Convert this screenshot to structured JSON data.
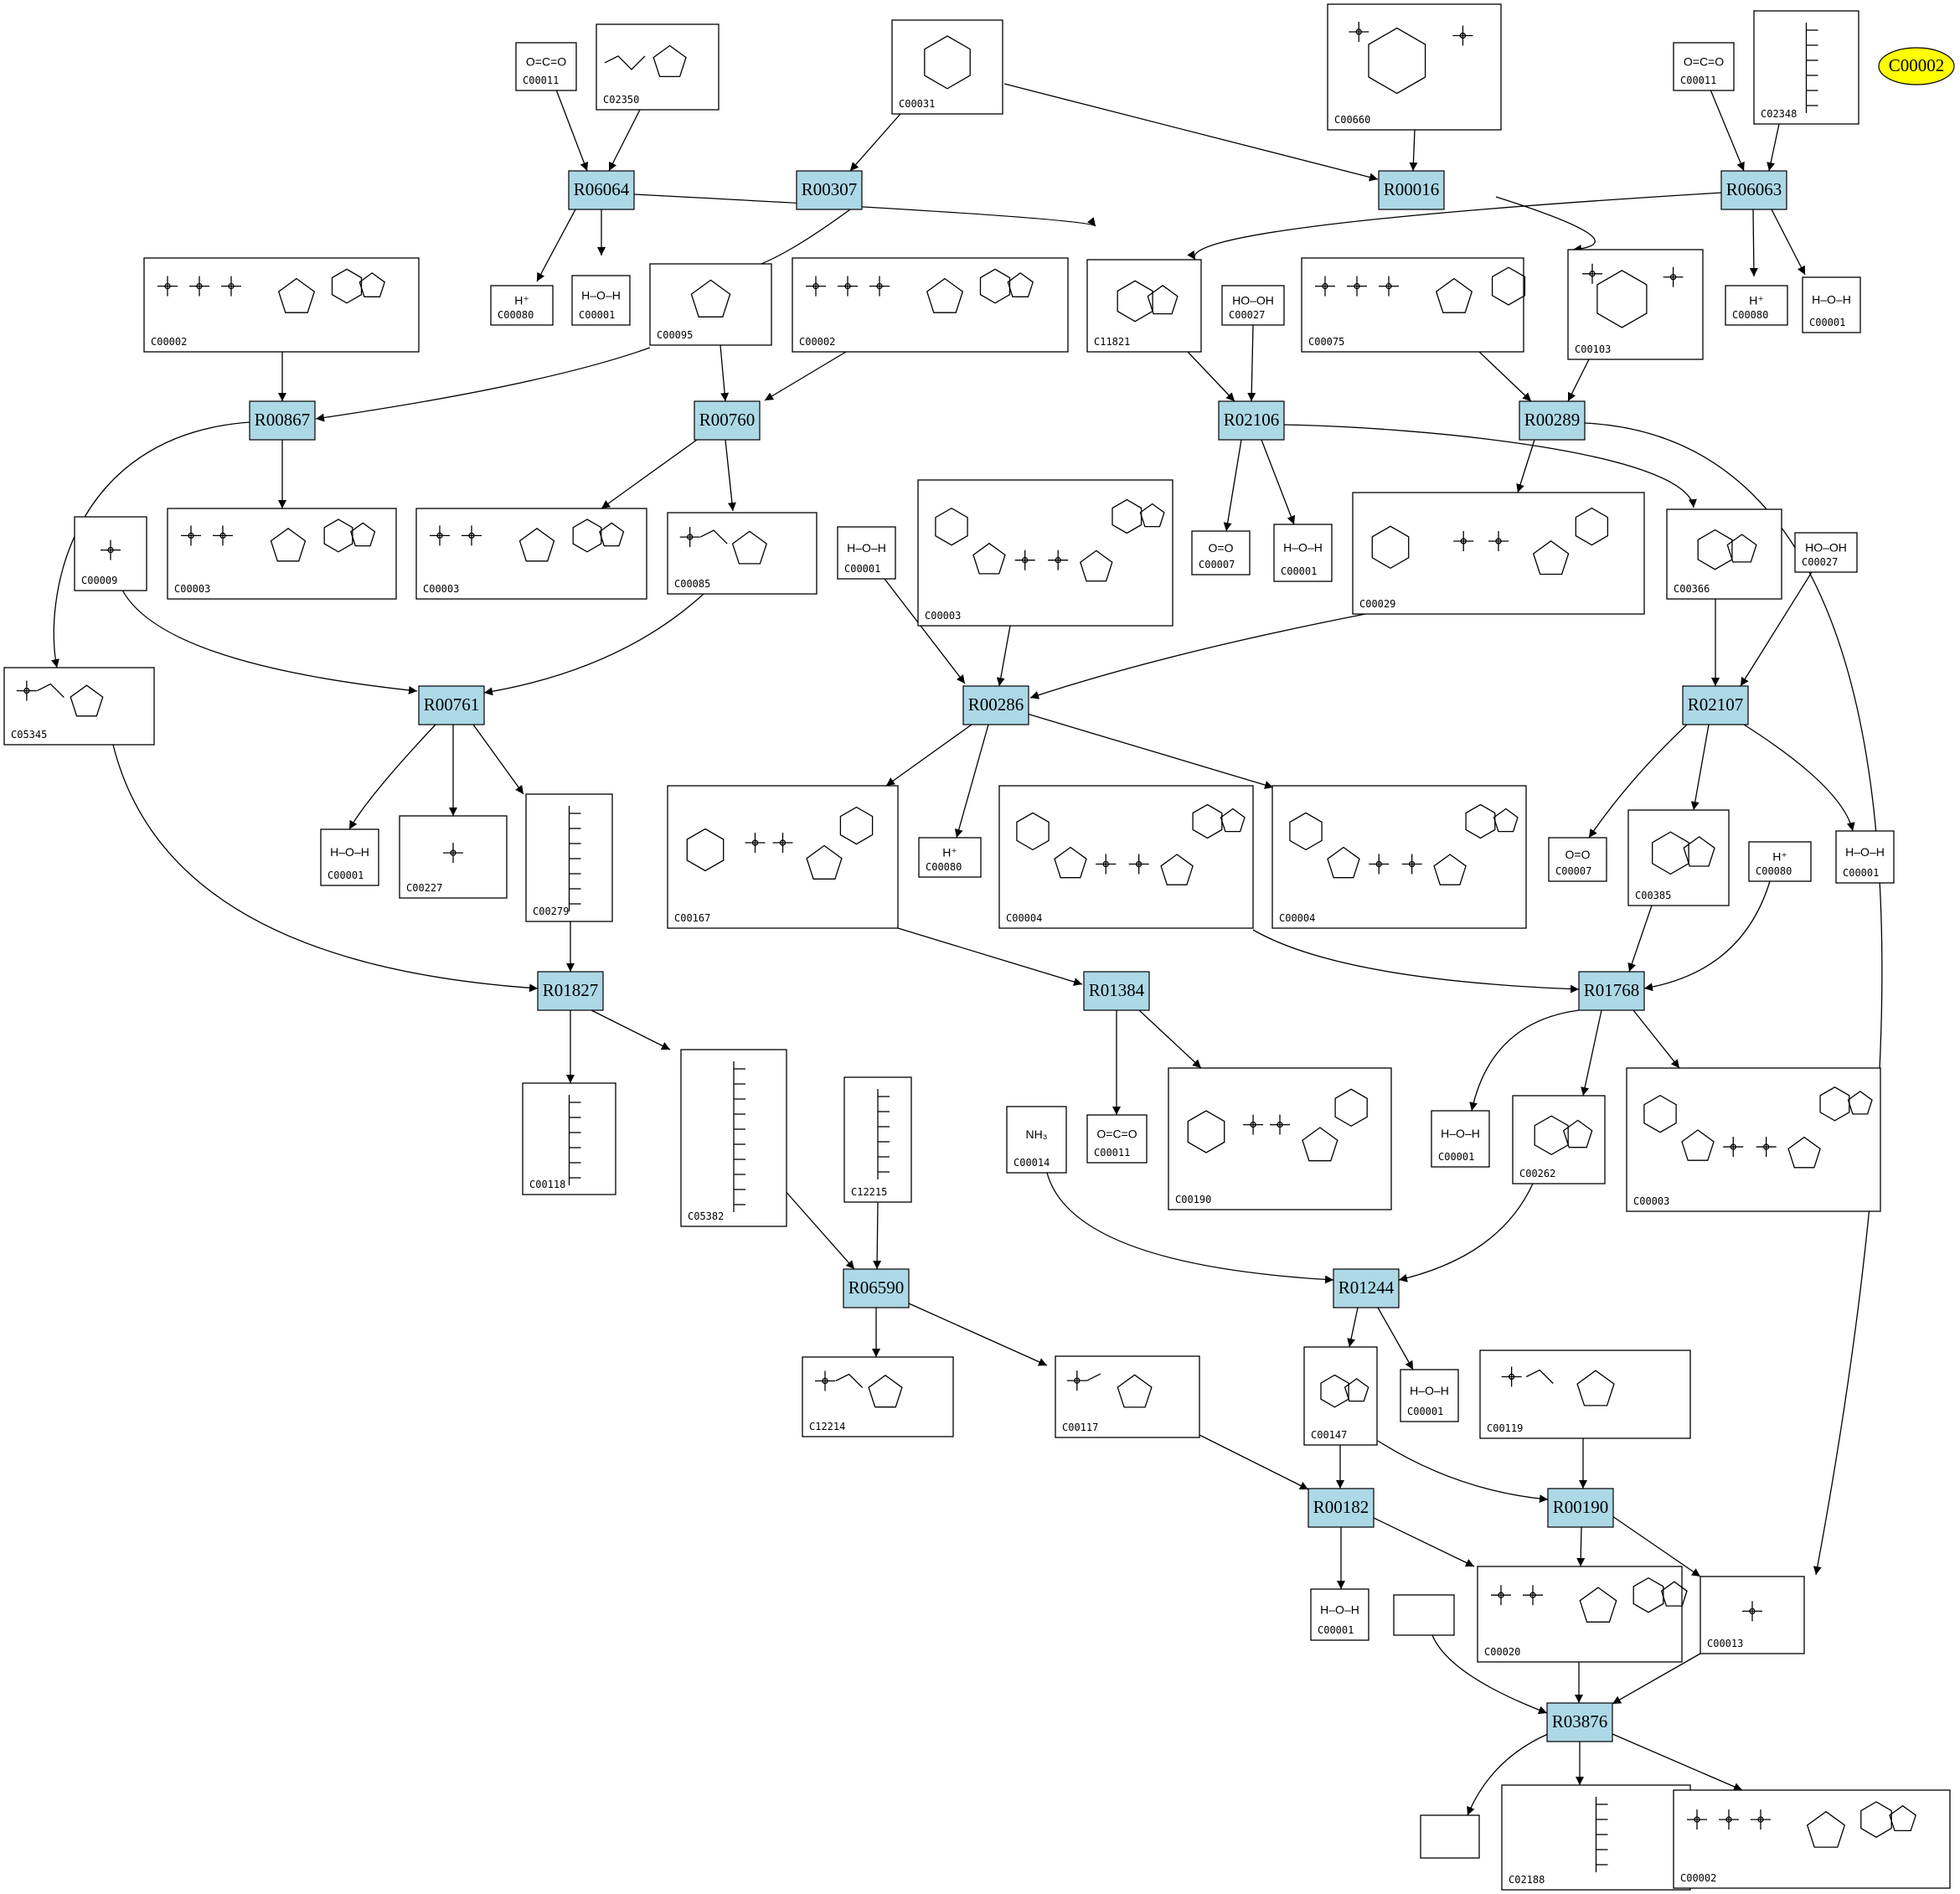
{
  "highlight": {
    "label": "C00002"
  },
  "reactions": [
    {
      "id": "R06064",
      "label": "R06064"
    },
    {
      "id": "R00307",
      "label": "R00307"
    },
    {
      "id": "R00016",
      "label": "R00016"
    },
    {
      "id": "R06063",
      "label": "R06063"
    },
    {
      "id": "R00867",
      "label": "R00867"
    },
    {
      "id": "R00760",
      "label": "R00760"
    },
    {
      "id": "R02106",
      "label": "R02106"
    },
    {
      "id": "R00289",
      "label": "R00289"
    },
    {
      "id": "R00761",
      "label": "R00761"
    },
    {
      "id": "R00286",
      "label": "R00286"
    },
    {
      "id": "R02107",
      "label": "R02107"
    },
    {
      "id": "R01827",
      "label": "R01827"
    },
    {
      "id": "R01384",
      "label": "R01384"
    },
    {
      "id": "R01768",
      "label": "R01768"
    },
    {
      "id": "R06590",
      "label": "R06590"
    },
    {
      "id": "R01244",
      "label": "R01244"
    },
    {
      "id": "R00182",
      "label": "R00182"
    },
    {
      "id": "R00190",
      "label": "R00190"
    },
    {
      "id": "R03876",
      "label": "R03876"
    }
  ],
  "compounds": [
    {
      "key": "c00011a",
      "id": "C00011",
      "formula": "O=C=O"
    },
    {
      "key": "c02350",
      "id": "C02350",
      "formula": ""
    },
    {
      "key": "c00031",
      "id": "C00031",
      "formula": ""
    },
    {
      "key": "c00660",
      "id": "C00660",
      "formula": ""
    },
    {
      "key": "c00011b",
      "id": "C00011",
      "formula": "O=C=O"
    },
    {
      "key": "c02348",
      "id": "C02348",
      "formula": ""
    },
    {
      "key": "c00080a",
      "id": "C00080",
      "formula": "H⁺"
    },
    {
      "key": "c00001a",
      "id": "C00001",
      "formula": "H–O–H"
    },
    {
      "key": "c00002a",
      "id": "C00002",
      "formula": ""
    },
    {
      "key": "c00095",
      "id": "C00095",
      "formula": ""
    },
    {
      "key": "c00002b",
      "id": "C00002",
      "formula": ""
    },
    {
      "key": "c11821",
      "id": "C11821",
      "formula": ""
    },
    {
      "key": "c00027a",
      "id": "C00027",
      "formula": "HO–OH"
    },
    {
      "key": "c00075",
      "id": "C00075",
      "formula": ""
    },
    {
      "key": "c00103",
      "id": "C00103",
      "formula": ""
    },
    {
      "key": "c00080b",
      "id": "C00080",
      "formula": "H⁺"
    },
    {
      "key": "c00001b",
      "id": "C00001",
      "formula": "H–O–H"
    },
    {
      "key": "c00009",
      "id": "C00009",
      "formula": ""
    },
    {
      "key": "c00003a",
      "id": "C00003",
      "formula": ""
    },
    {
      "key": "c00003b",
      "id": "C00003",
      "formula": ""
    },
    {
      "key": "c00085",
      "id": "C00085",
      "formula": ""
    },
    {
      "key": "c00001c",
      "id": "C00001",
      "formula": "H–O–H"
    },
    {
      "key": "c00003c",
      "id": "C00003",
      "formula": ""
    },
    {
      "key": "c00007a",
      "id": "C00007",
      "formula": "O=O"
    },
    {
      "key": "c00001d",
      "id": "C00001",
      "formula": "H–O–H"
    },
    {
      "key": "c00029",
      "id": "C00029",
      "formula": ""
    },
    {
      "key": "c00366",
      "id": "C00366",
      "formula": ""
    },
    {
      "key": "c00027b",
      "id": "C00027",
      "formula": "HO–OH"
    },
    {
      "key": "c05345",
      "id": "C05345",
      "formula": ""
    },
    {
      "key": "c00001e",
      "id": "C00001",
      "formula": "H–O–H"
    },
    {
      "key": "c00227",
      "id": "C00227",
      "formula": ""
    },
    {
      "key": "c00279",
      "id": "C00279",
      "formula": ""
    },
    {
      "key": "c00167",
      "id": "C00167",
      "formula": ""
    },
    {
      "key": "c00080c",
      "id": "C00080",
      "formula": "H⁺"
    },
    {
      "key": "c00004a",
      "id": "C00004",
      "formula": ""
    },
    {
      "key": "c00004b",
      "id": "C00004",
      "formula": ""
    },
    {
      "key": "c00007b",
      "id": "C00007",
      "formula": "O=O"
    },
    {
      "key": "c00385",
      "id": "C00385",
      "formula": ""
    },
    {
      "key": "c00080d",
      "id": "C00080",
      "formula": "H⁺"
    },
    {
      "key": "c00001f",
      "id": "C00001",
      "formula": "H–O–H"
    },
    {
      "key": "c00118",
      "id": "C00118",
      "formula": ""
    },
    {
      "key": "c05382",
      "id": "C05382",
      "formula": ""
    },
    {
      "key": "c12215",
      "id": "C12215",
      "formula": ""
    },
    {
      "key": "c00014",
      "id": "C00014",
      "formula": "NH₃"
    },
    {
      "key": "c00011c",
      "id": "C00011",
      "formula": "O=C=O"
    },
    {
      "key": "c00190",
      "id": "C00190",
      "formula": ""
    },
    {
      "key": "c00001g",
      "id": "C00001",
      "formula": "H–O–H"
    },
    {
      "key": "c00262",
      "id": "C00262",
      "formula": ""
    },
    {
      "key": "c00003d",
      "id": "C00003",
      "formula": ""
    },
    {
      "key": "c12214",
      "id": "C12214",
      "formula": ""
    },
    {
      "key": "c00117",
      "id": "C00117",
      "formula": ""
    },
    {
      "key": "c00147",
      "id": "C00147",
      "formula": ""
    },
    {
      "key": "c00001h",
      "id": "C00001",
      "formula": "H–O–H"
    },
    {
      "key": "c00119",
      "id": "C00119",
      "formula": ""
    },
    {
      "key": "c00001i",
      "id": "C00001",
      "formula": "H–O–H"
    },
    {
      "key": "empty1",
      "id": "",
      "formula": ""
    },
    {
      "key": "c00020",
      "id": "C00020",
      "formula": ""
    },
    {
      "key": "c00013",
      "id": "C00013",
      "formula": ""
    },
    {
      "key": "empty2",
      "id": "",
      "formula": ""
    },
    {
      "key": "c02188",
      "id": "C02188",
      "formula": ""
    },
    {
      "key": "c00002c",
      "id": "C00002",
      "formula": ""
    }
  ]
}
